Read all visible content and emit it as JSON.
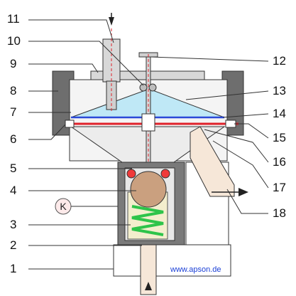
{
  "diagram": {
    "labels_left": [
      "11",
      "10",
      "9",
      "8",
      "7",
      "6",
      "5",
      "4",
      "3",
      "2",
      "1"
    ],
    "labels_right": [
      "12",
      "13",
      "14",
      "15",
      "16",
      "17",
      "18"
    ],
    "circle_label": "K",
    "credit": "www.apson.de"
  },
  "colors": {
    "housing": "#6e6e6e",
    "cavity": "#f4f4f4",
    "liquid": "#bfe8f6",
    "membrane": "#e0212a",
    "plate": "#2b49d8",
    "ball": "#caa07f",
    "spring": "#2ec44a",
    "spring_bg": "#f3eecd",
    "valve_red": "#f03a3a",
    "credit_text": "#1a3fd6"
  }
}
